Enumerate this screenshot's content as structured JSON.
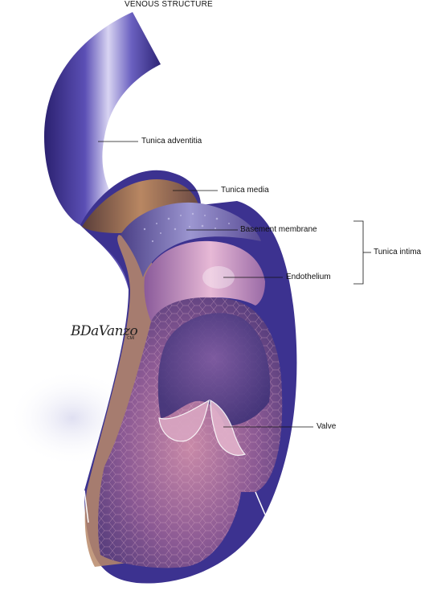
{
  "diagram": {
    "title": "VENOUS STRUCTURE",
    "labels": {
      "tunica_adventitia": "Tunica adventitia",
      "tunica_media": "Tunica media",
      "basement_membrane": "Basement membrane",
      "endothelium": "Endothelium",
      "tunica_intima": "Tunica intima",
      "valve": "Valve"
    },
    "signature": {
      "name": "BDaVanzo",
      "credential": "CMI"
    },
    "colors": {
      "adventitia": "#4b3f9e",
      "media": "#a07050",
      "basement": "#7a74b8",
      "endothelium": "#d9a3c4",
      "lumen": "#b06090"
    }
  }
}
